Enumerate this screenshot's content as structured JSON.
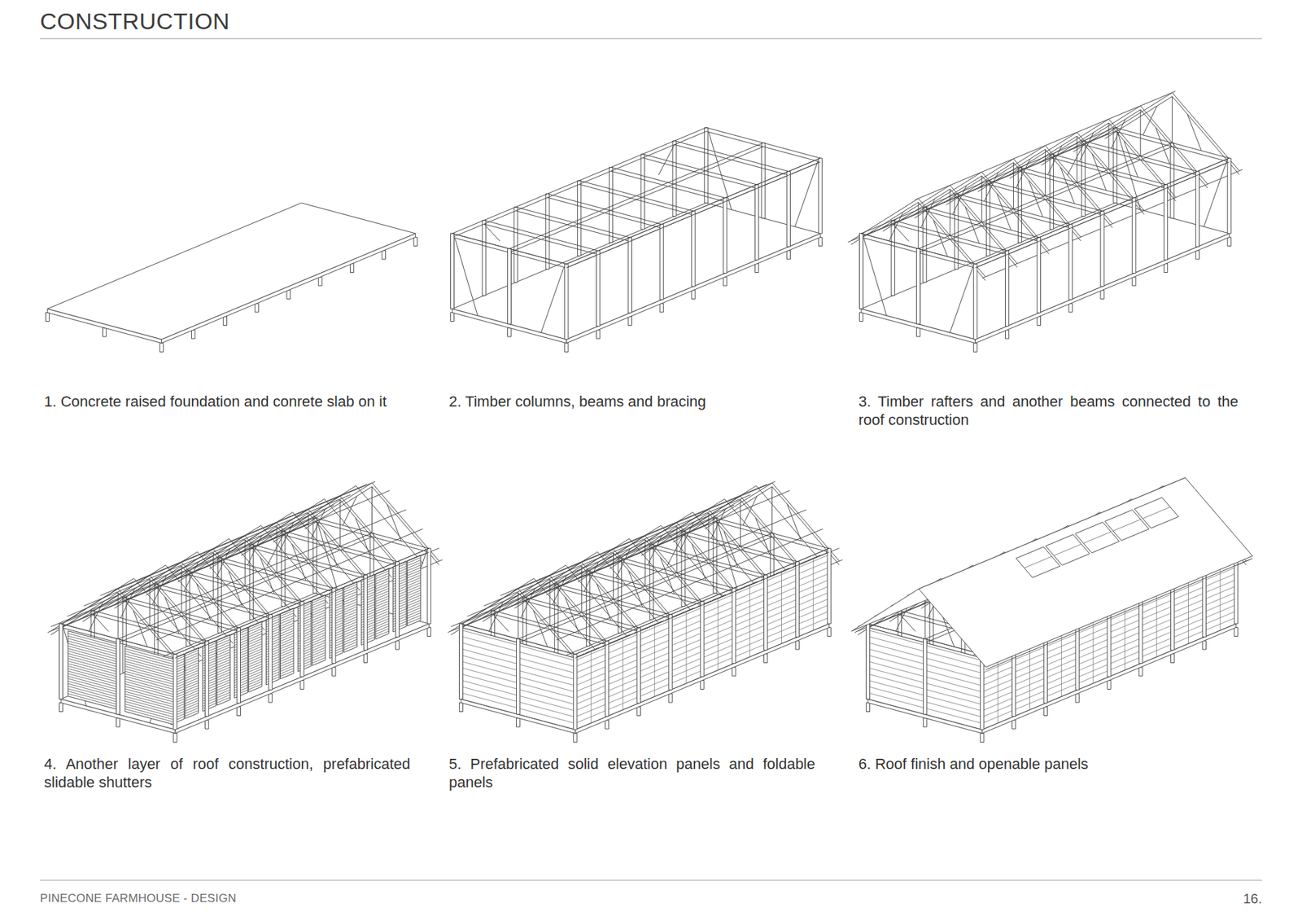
{
  "diagram": {
    "title": "CONSTRUCTION",
    "labels": [
      "1. Concrete raised foundation and conrete slab on it",
      "2. Timber columns, beams and bracing",
      "3. Timber rafters and another beams connected to the roof construction",
      "4. Another layer of roof construction, prefabricated slidable shutters",
      "5. Prefabricated solid elevation panels and foldable panels",
      "6. Roof finish and openable panels",
      "PINECONE FARMHOUSE - DESIGN",
      "16."
    ]
  }
}
